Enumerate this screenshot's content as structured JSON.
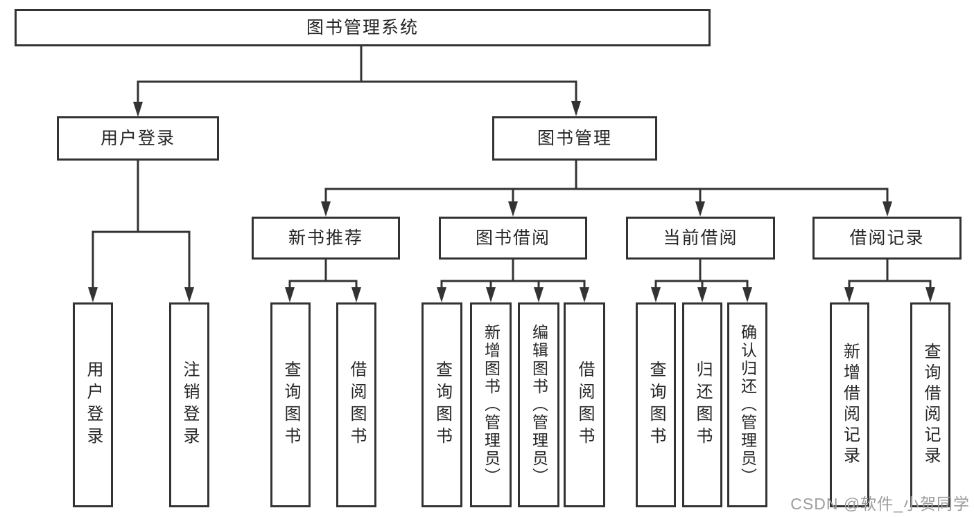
{
  "diagram": {
    "root": {
      "label": "图书管理系统"
    },
    "level2": {
      "user_login": {
        "label": "用户登录"
      },
      "book_mgmt": {
        "label": "图书管理"
      }
    },
    "level3": {
      "new_book_rec": {
        "label": "新书推荐"
      },
      "book_borrow": {
        "label": "图书借阅"
      },
      "current_borrow": {
        "label": "当前借阅"
      },
      "borrow_records": {
        "label": "借阅记录"
      }
    },
    "leaves": {
      "login": {
        "label": "用户登录"
      },
      "logout": {
        "label": "注销登录"
      },
      "rec_query": {
        "label": "查询图书"
      },
      "rec_borrow": {
        "label": "借阅图书"
      },
      "bb_query": {
        "label": "查询图书"
      },
      "bb_add": {
        "label": "新增图书（管理员）"
      },
      "bb_edit": {
        "label": "编辑图书（管理员）"
      },
      "bb_borrow": {
        "label": "借阅图书"
      },
      "cb_query": {
        "label": "查询图书"
      },
      "cb_return": {
        "label": "归还图书"
      },
      "cb_confirm": {
        "label": "确认归还（管理员）"
      },
      "br_add": {
        "label": "新增借阅记录"
      },
      "br_query": {
        "label": "查询借阅记录"
      }
    }
  },
  "watermark": {
    "text": "CSDN @软件_小贺同学",
    "color": "#9d9d9d"
  },
  "colors": {
    "line": "#333333",
    "text": "#262626",
    "background": "#ffffff"
  }
}
